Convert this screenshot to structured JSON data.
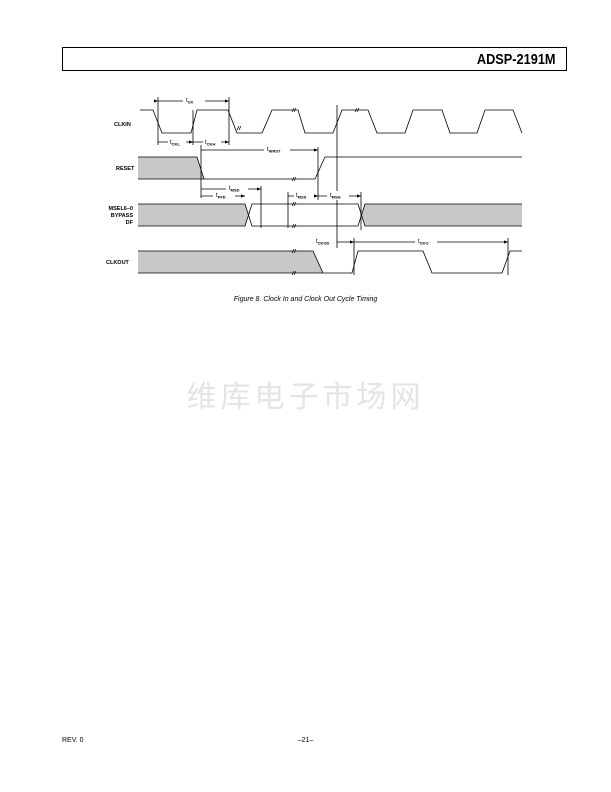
{
  "header": {
    "title": "ADSP-2191M"
  },
  "diagram": {
    "signals": {
      "clkin": "CLKIN",
      "reset": "RESET",
      "msel_1": "MSEL6–0",
      "msel_2": "BYPASS",
      "msel_3": "DF",
      "clkout": "CLKOUT"
    },
    "timing": {
      "t": "t",
      "ck": "CK",
      "ckl": "CKL",
      "ckh": "CKH",
      "wrst": "WRST",
      "msd": "MSD",
      "pfd": "PFD",
      "mss": "MSS",
      "msh": "MSH",
      "ckod": "CKOD",
      "cko": "CKO"
    }
  },
  "caption": "Figure 8.  Clock In and Clock Out Cycle Timing",
  "watermark": "维库电子市场网",
  "footer": {
    "rev": "REV. 0",
    "page": "–21–"
  }
}
